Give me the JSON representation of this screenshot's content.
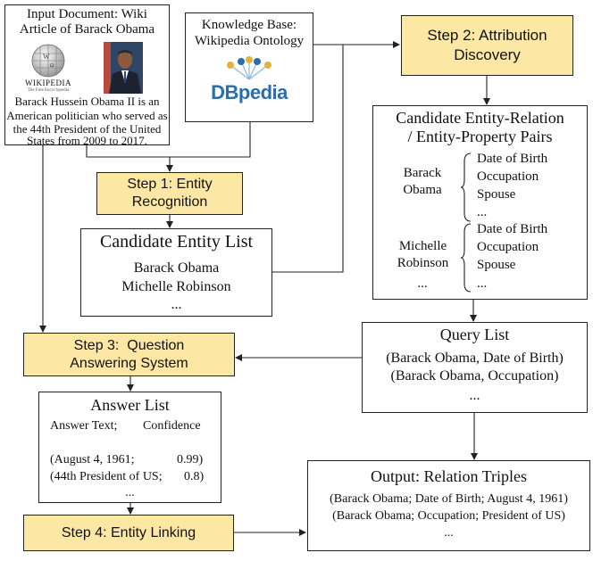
{
  "input_doc": {
    "title_line1": "Input Document: Wiki",
    "title_line2": "Article of Barack Obama",
    "wiki_logo_name": "WIKIPEDIA",
    "wiki_logo_tagline": "The Free Encyclopedia",
    "text_lines": [
      "Barack Hussein Obama II is an",
      "American politician who served as",
      "the 44th President of the United",
      "States from 2009 to 2017."
    ]
  },
  "knowledge_base": {
    "line1": "Knowledge Base:",
    "line2": "Wikipedia Ontology",
    "logo_text": "DBpedia"
  },
  "step1": {
    "line1": "Step 1: Entity",
    "line2": "Recognition"
  },
  "step2": {
    "line1": "Step 2: Attribution",
    "line2": "Discovery"
  },
  "step3": {
    "line1": "Step 3:  Question",
    "line2": "Answering System"
  },
  "step4": {
    "label": "Step 4: Entity Linking"
  },
  "candidate_entities": {
    "title": "Candidate Entity List",
    "items": [
      "Barack Obama",
      "Michelle Robinson",
      "..."
    ]
  },
  "candidate_pairs": {
    "title_line1": "Candidate Entity-Relation",
    "title_line2": "/ Entity-Property Pairs",
    "groups": [
      {
        "entity_line1": "Barack",
        "entity_line2": "Obama",
        "properties": [
          "Date of Birth",
          "Occupation",
          "Spouse",
          "..."
        ]
      },
      {
        "entity_line1": "Michelle",
        "entity_line2": "Robinson",
        "properties": [
          "Date of Birth",
          "Occupation",
          "Spouse",
          "..."
        ]
      }
    ],
    "trailing": "..."
  },
  "query_list": {
    "title": "Query List",
    "items": [
      "(Barack Obama, Date of Birth)",
      "(Barack Obama, Occupation)",
      "..."
    ]
  },
  "answer_list": {
    "title": "Answer List",
    "header_text": "Answer Text;",
    "header_conf": "Confidence",
    "rows": [
      {
        "text": "(August 4, 1961;",
        "conf": "0.99)"
      },
      {
        "text": "(44th President of US;",
        "conf": "0.8)"
      }
    ],
    "trailing": "..."
  },
  "output": {
    "title": "Output: Relation Triples",
    "items": [
      "(Barack Obama; Date of Birth; August 4, 1961)",
      "(Barack Obama; Occupation; President of US)",
      "..."
    ]
  },
  "colors": {
    "step_fill": "#fce7a4",
    "border": "#222222",
    "dbpedia_blue": "#2b6ea8",
    "dbpedia_gold": "#e3b23c"
  }
}
